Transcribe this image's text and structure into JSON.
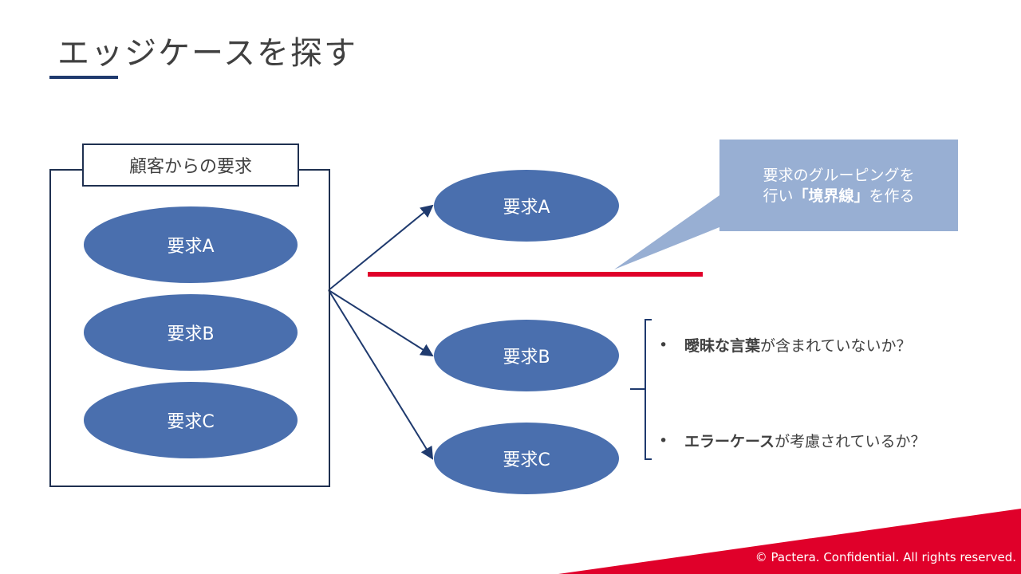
{
  "slide": {
    "title": "エッジケースを探す"
  },
  "left_group": {
    "label": "顧客からの要求",
    "items": [
      "要求A",
      "要求B",
      "要求C"
    ]
  },
  "right_group": {
    "items": [
      "要求A",
      "要求B",
      "要求C"
    ]
  },
  "callout": {
    "line1": "要求のグルーピングを",
    "line2_prefix": "行い",
    "line2_bold": "「境界線」",
    "line2_suffix": "を作る"
  },
  "bullets": [
    {
      "dot": "•",
      "bold": "曖昧な言葉",
      "text": "が含まれていないか？"
    },
    {
      "dot": "•",
      "bold": "エラーケース",
      "text": "が考慮されているか？"
    }
  ],
  "footer": {
    "copyright": "© Pactera.  Confidential.  All rights reserved."
  },
  "colors": {
    "ellipse": "#4a6fae",
    "callout": "#98afd3",
    "accent_red": "#e0002a",
    "navy": "#1f3a6e"
  }
}
